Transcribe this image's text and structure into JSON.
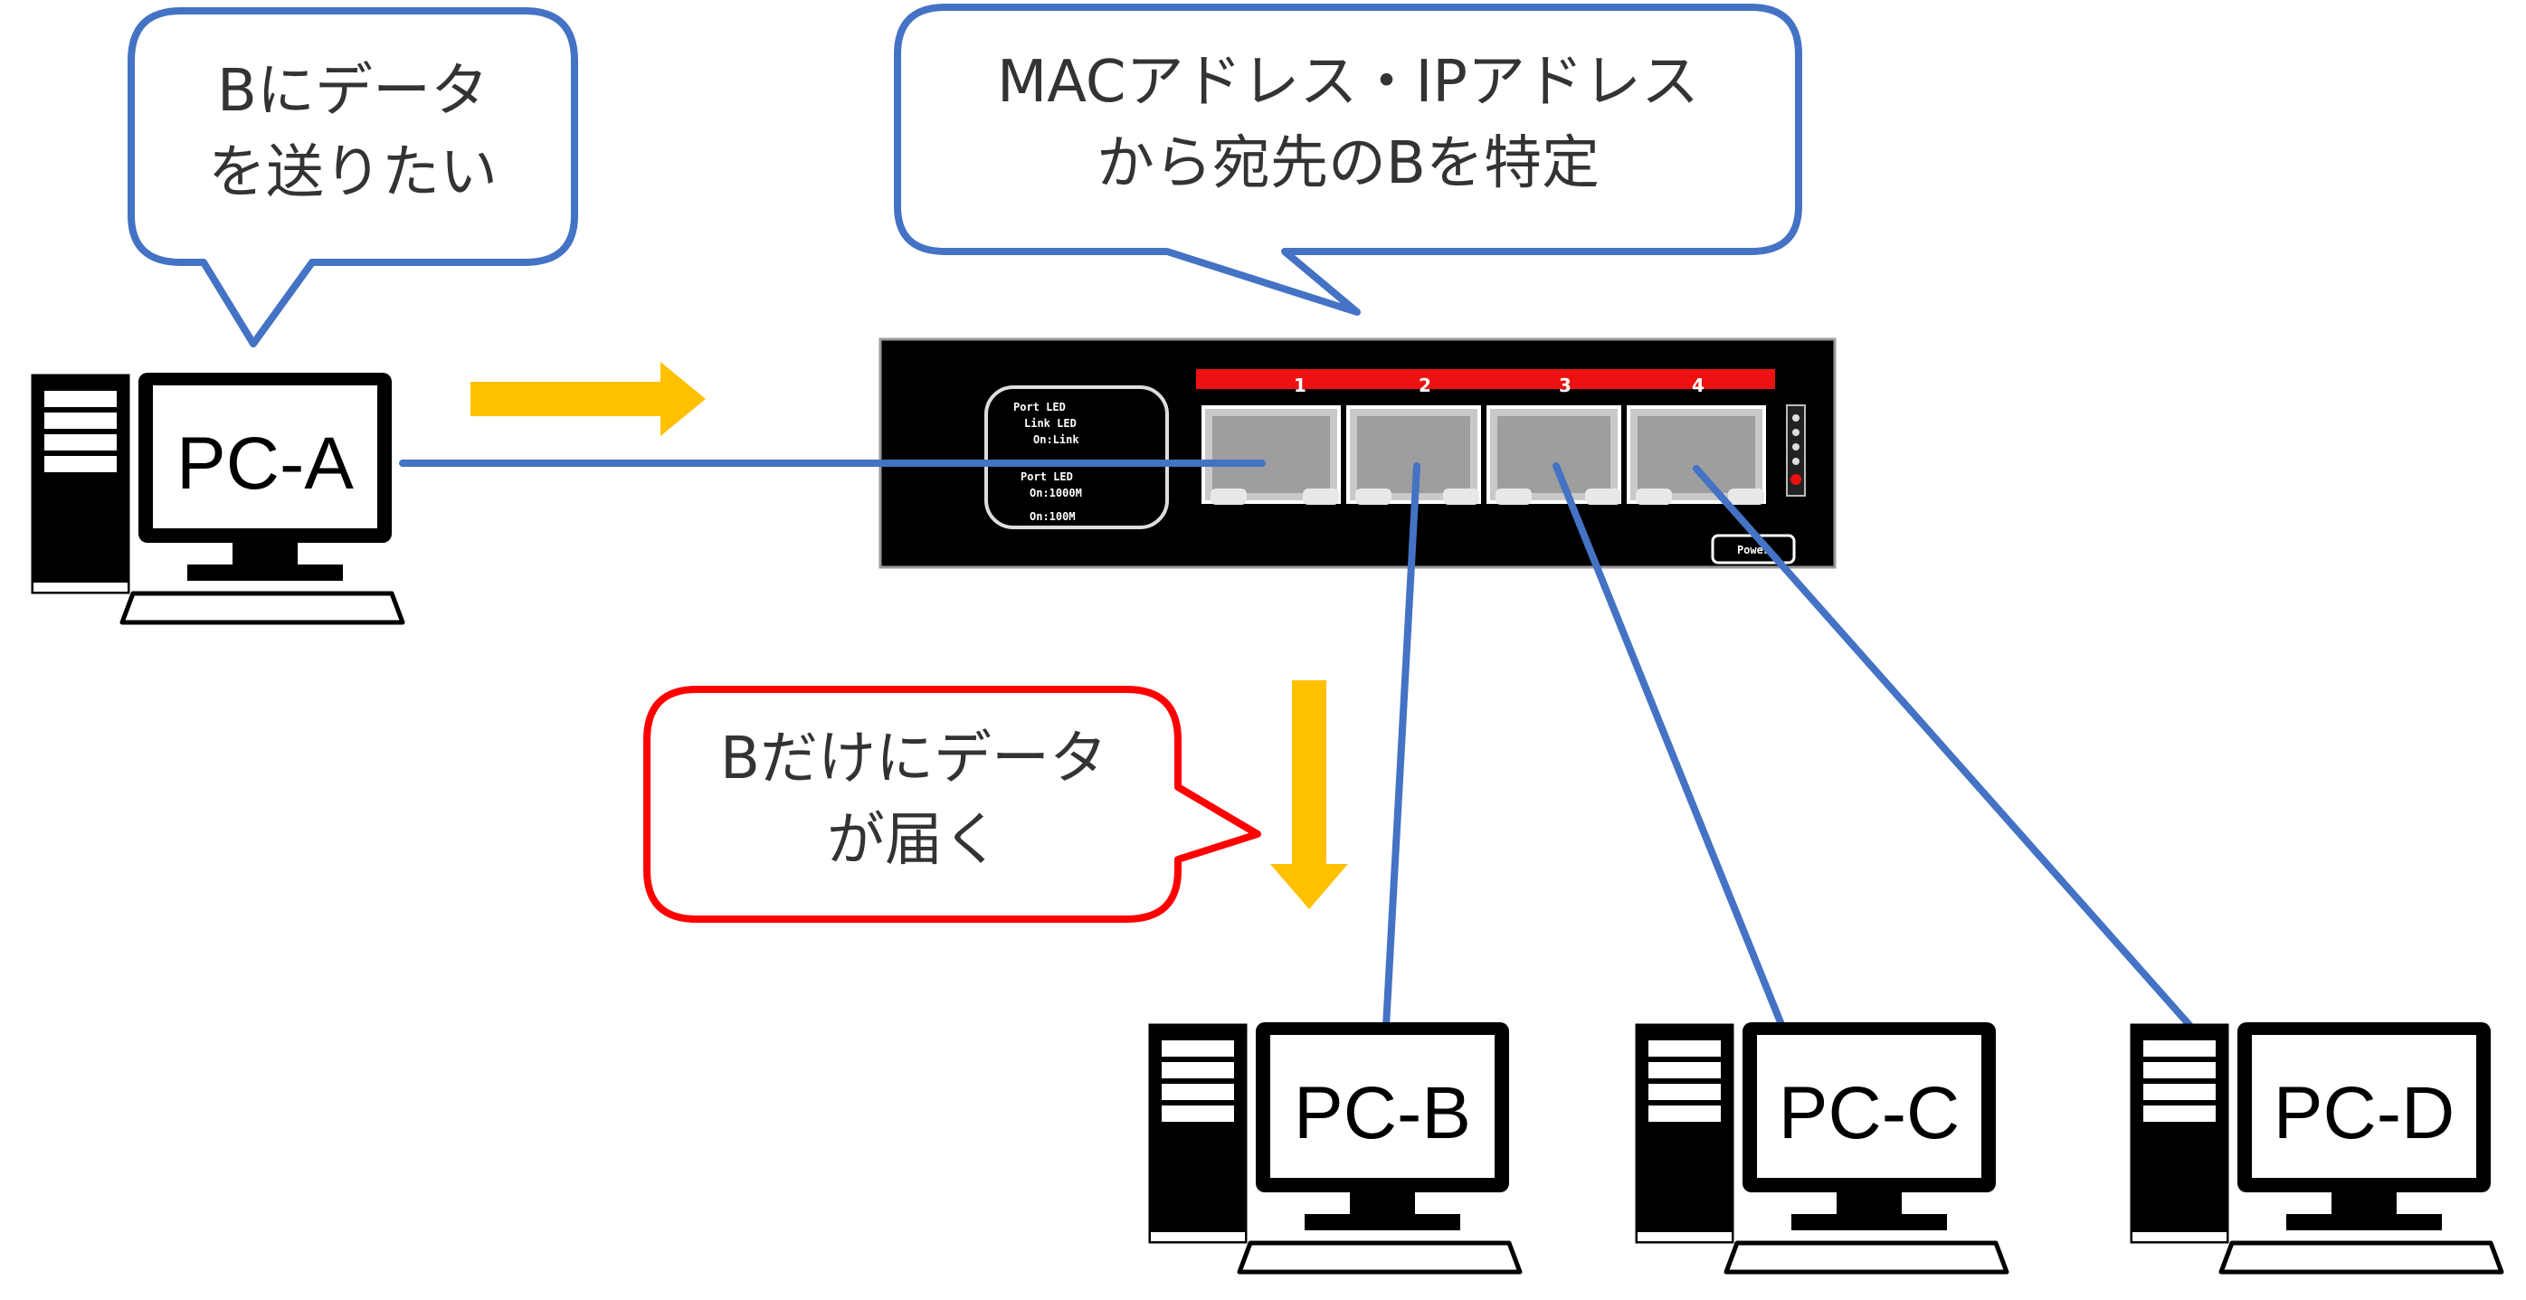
{
  "colors": {
    "cable": "#4472c4",
    "arrow": "#ffc000",
    "bubble_blue": "#4472c4",
    "bubble_red": "#ff0000",
    "text": "#333333"
  },
  "bubbles": {
    "pc_a": {
      "line1": "Bにデータ",
      "line2": "を送りたい"
    },
    "switch": {
      "line1": "MACアドレス・IPアドレス",
      "line2": "から宛先のBを特定"
    },
    "delivery": {
      "line1": "Bだけにデータ",
      "line2": "が届く"
    }
  },
  "pcs": [
    {
      "id": "pc-a",
      "label": "PC-A"
    },
    {
      "id": "pc-b",
      "label": "PC-B"
    },
    {
      "id": "pc-c",
      "label": "PC-C"
    },
    {
      "id": "pc-d",
      "label": "PC-D"
    }
  ],
  "switch": {
    "ports": [
      "1",
      "2",
      "3",
      "4"
    ],
    "legend_lines": [
      "Port LED",
      "Link LED",
      "On:Link",
      "",
      "Port LED",
      "On:1000M",
      "",
      "On:100M"
    ],
    "power_label": "Power"
  },
  "icons": {
    "computer": "desktop-computer-icon",
    "switch": "network-switch-icon",
    "arrow_right": "arrow-right-icon",
    "arrow_down": "arrow-down-icon"
  }
}
